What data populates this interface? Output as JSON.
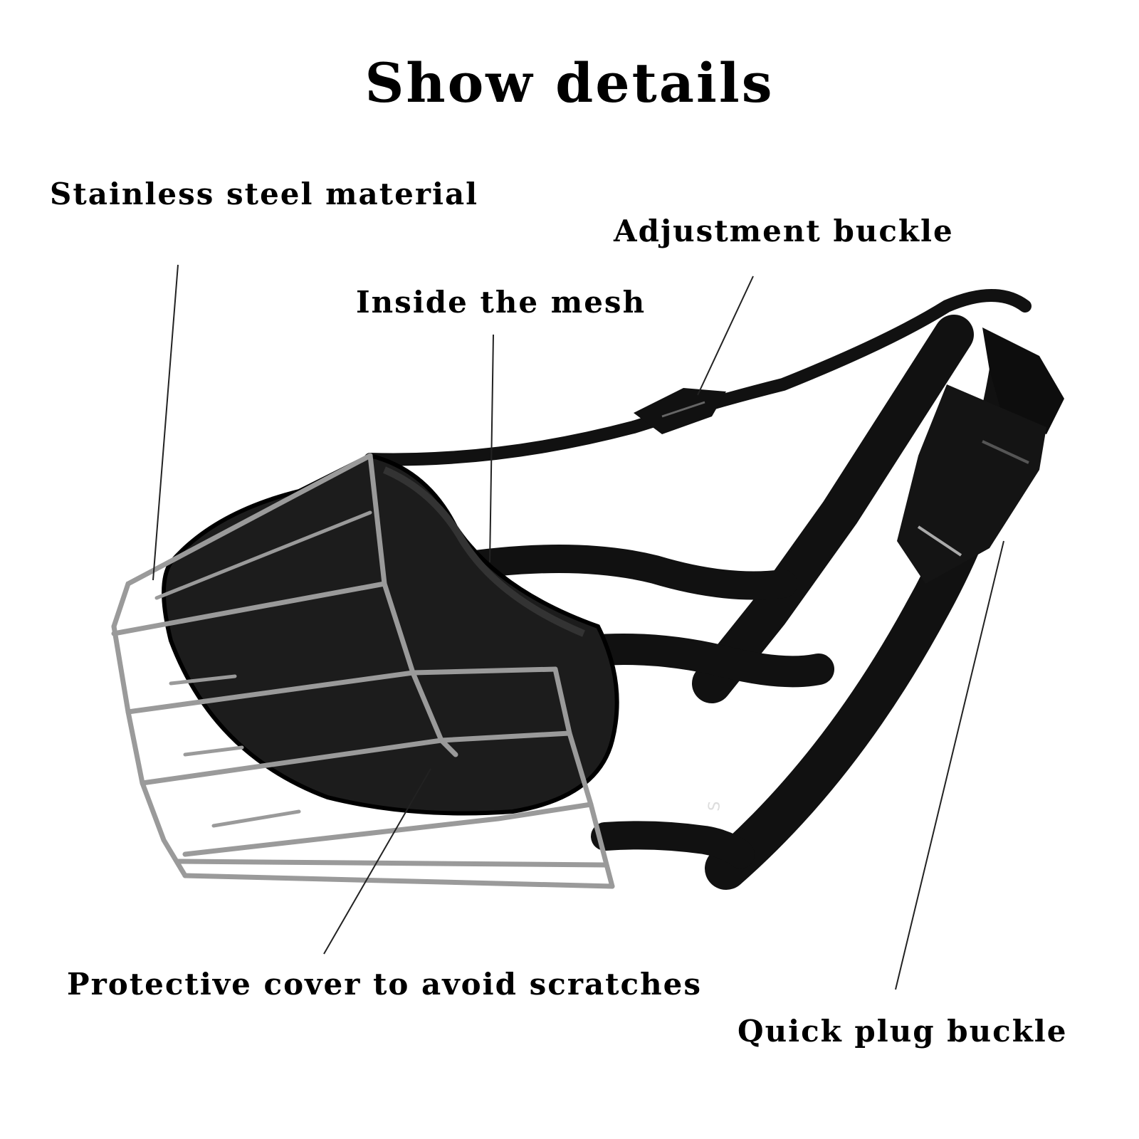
{
  "title": "Show details",
  "callouts": {
    "steel": "Stainless steel material",
    "adjustment": "Adjustment buckle",
    "mesh": "Inside the mesh",
    "cover": "Protective cover to avoid scratches",
    "quick": "Quick plug buckle"
  },
  "size_tag": "S",
  "colors": {
    "strap": "#111111",
    "wire": "#9a9a9a",
    "pad": "#1c1c1c"
  }
}
